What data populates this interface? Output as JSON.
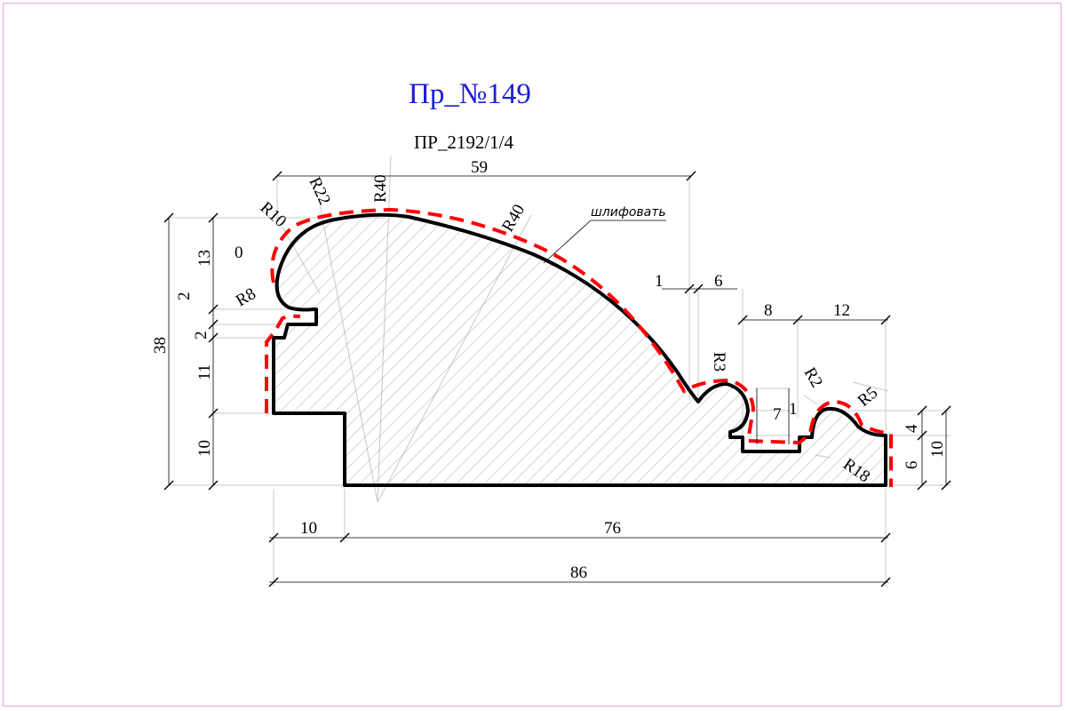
{
  "drawing": {
    "title": "Пр_№149",
    "subtitle": "ПР_2192/1/4",
    "note": "шлифовать",
    "colors": {
      "outline": "#000000",
      "cut_line": "#ff0000",
      "title": "#1c1cd6",
      "border": "#e2a3e2",
      "hatch": "#9a9a9a"
    },
    "radii": {
      "r10": "R10",
      "r22": "R22",
      "r40_top": "R40",
      "r40_slope": "R40",
      "r8": "R8",
      "r3": "R3",
      "r2": "R2",
      "r5": "R5",
      "r18": "R18",
      "r0": "0"
    },
    "dimensions": {
      "top_width": "59",
      "step_1": "1",
      "step_6": "6",
      "step_8": "8",
      "step_12": "12",
      "height_total": "38",
      "left_13": "13",
      "left_2a": "2",
      "left_2b": "2",
      "left_11": "11",
      "left_10": "10",
      "inner_7": "7",
      "inner_1": "1",
      "right_4": "4",
      "right_6": "6",
      "right_10": "10",
      "bottom_10": "10",
      "bottom_76": "76",
      "bottom_86": "86"
    }
  }
}
